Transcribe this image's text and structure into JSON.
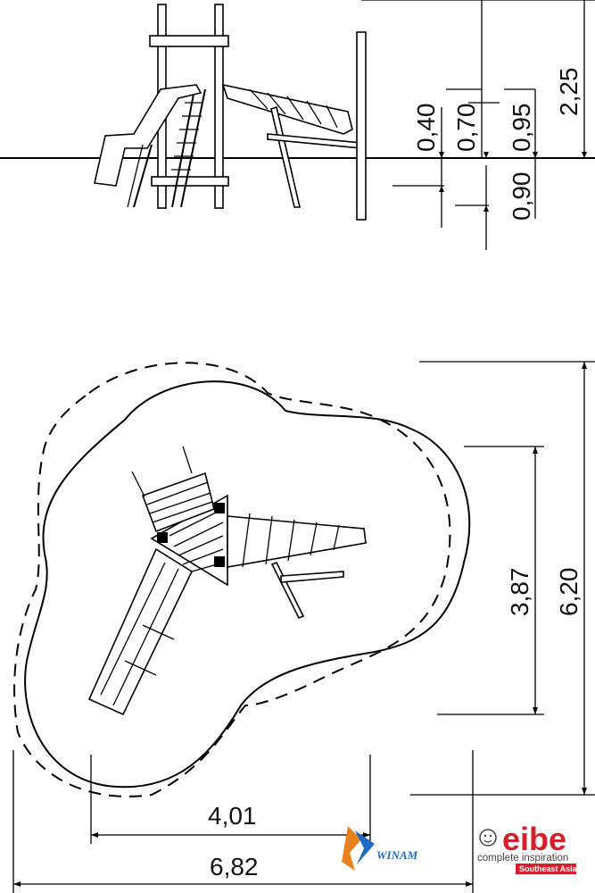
{
  "elevation": {
    "dims_vertical": [
      "0,40",
      "0,70",
      "0,95",
      "2,25"
    ],
    "dims_below": [
      "0,90"
    ]
  },
  "plan": {
    "dim_inner_height": "3,87",
    "dim_outer_height": "6,20",
    "dim_inner_width": "4,01",
    "dim_outer_width": "6,82"
  },
  "logos": {
    "winam": "WINAM",
    "eibe": "eibe",
    "eibe_tagline": "complete inspiration",
    "eibe_region": "Southeast Asia",
    "colors": {
      "eibe_red": "#d51f2a",
      "winam_blue": "#1c6cc2",
      "winam_orange": "#e8821e"
    }
  }
}
